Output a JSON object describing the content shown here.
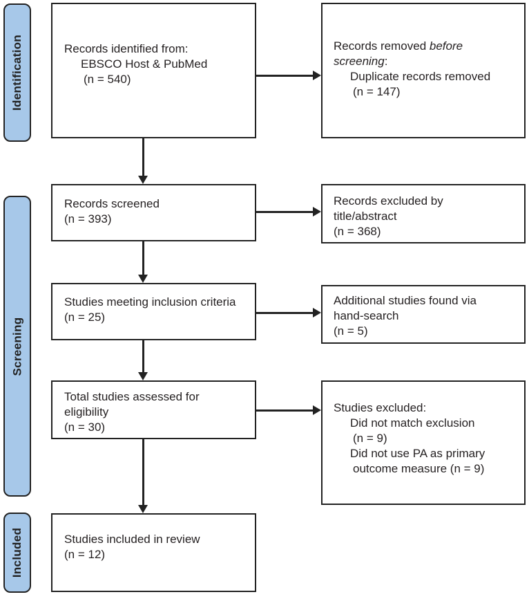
{
  "stages": {
    "identification": {
      "label": "Identification"
    },
    "screening": {
      "label": "Screening"
    },
    "included": {
      "label": "Included"
    }
  },
  "boxes": {
    "identified": {
      "line1": "Records identified from:",
      "line2": "EBSCO Host & PubMed",
      "line3": "(n = 540)"
    },
    "removed": {
      "line1_normal": "Records removed ",
      "line1_italic": "before",
      "line2_italic": "screening",
      "line2_normal": ":",
      "line3": "Duplicate records removed",
      "line4": "(n = 147)"
    },
    "screened": {
      "line1": "Records screened",
      "line2": "(n = 393)"
    },
    "excluded_title_abstract": {
      "line1": "Records excluded by",
      "line2": "title/abstract",
      "line3": "(n = 368)"
    },
    "inclusion_criteria": {
      "line1": "Studies meeting inclusion criteria",
      "line2": "(n = 25)"
    },
    "hand_search": {
      "line1": "Additional studies found via",
      "line2": "hand-search",
      "line3": "(n = 5)"
    },
    "assessed": {
      "line1": "Total studies assessed for",
      "line2": "eligibility",
      "line3": "(n = 30)"
    },
    "studies_excluded": {
      "line1": "Studies excluded:",
      "line2": "Did not match exclusion",
      "line3": "(n = 9)",
      "line4": "Did not use PA as primary",
      "line5": "outcome measure (n = 9)"
    },
    "included_review": {
      "line1": "Studies included in review",
      "line2": "(n = 12)"
    }
  },
  "colors": {
    "stage_fill": "#a7c8e9",
    "stage_border": "#222222",
    "box_border": "#222222",
    "arrow": "#222222",
    "text": "#231f20",
    "background": "#ffffff"
  }
}
